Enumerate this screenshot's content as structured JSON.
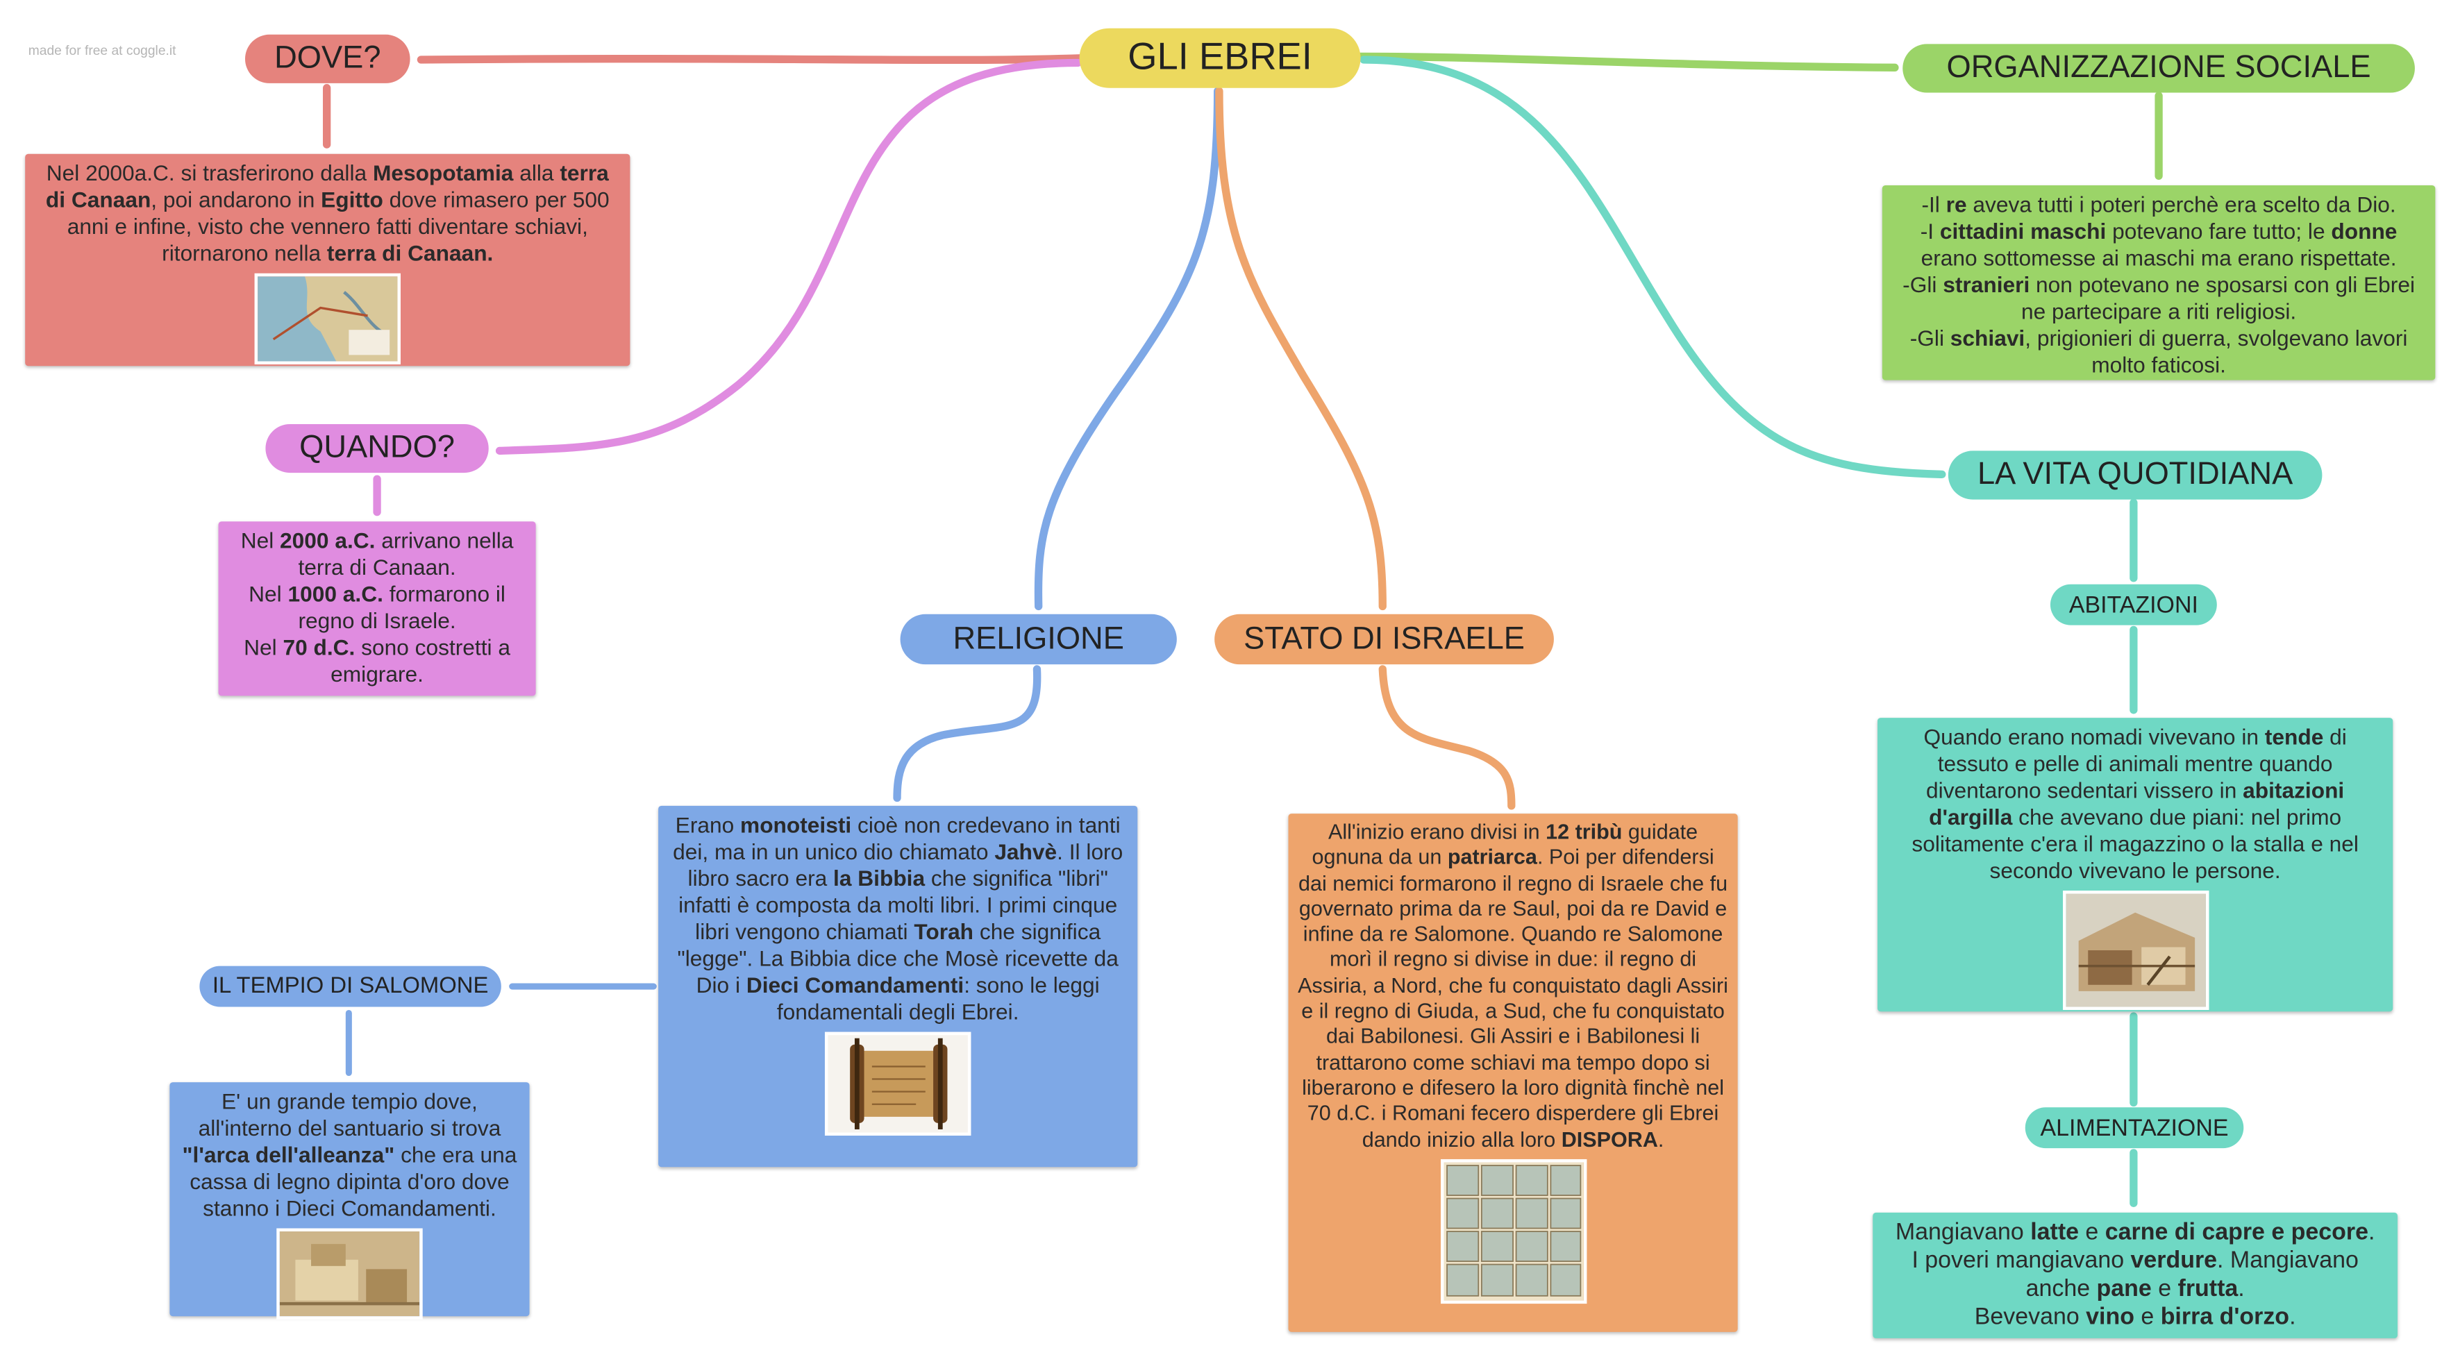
{
  "watermark": {
    "logo": "coggle",
    "subtitle": "made for free at coggle.it"
  },
  "colors": {
    "root": "#ecd95e",
    "red": "#e5837d",
    "pink": "#e08ce0",
    "blue": "#7ea8e6",
    "orange": "#eea46c",
    "green": "#9bd468",
    "teal": "#6fd8c4"
  },
  "nodes": {
    "root": "GLI EBREI",
    "dove": "DOVE?",
    "quando": "QUANDO?",
    "religione": "RELIGIONE",
    "stato": "STATO DI ISRAELE",
    "organizzazione": "ORGANIZZAZIONE SOCIALE",
    "vita": "LA VITA QUOTIDIANA",
    "abitazioni": "ABITAZIONI",
    "alimentazione": "ALIMENTAZIONE",
    "tempio": "IL TEMPIO DI SALOMONE"
  },
  "texts": {
    "dove": [
      {
        "t": "Nel 2000a.C. si trasferirono dalla ",
        "b": false
      },
      {
        "t": "Mesopotamia",
        "b": true
      },
      {
        "t": " alla ",
        "b": false
      },
      {
        "t": "terra di Canaan",
        "b": true
      },
      {
        "t": ", poi andarono in ",
        "b": false
      },
      {
        "t": "Egitto",
        "b": true
      },
      {
        "t": " dove rimasero per 500 anni e infine, visto che vennero fatti diventare schiavi, ritornarono nella ",
        "b": false
      },
      {
        "t": "terra di Canaan.",
        "b": true
      }
    ],
    "quando": [
      {
        "t": "Nel ",
        "b": false
      },
      {
        "t": "2000 a.C.",
        "b": true
      },
      {
        "t": " arrivano nella terra di Canaan.",
        "b": false
      },
      {
        "br": true
      },
      {
        "t": "Nel ",
        "b": false
      },
      {
        "t": "1000 a.C.",
        "b": true
      },
      {
        "t": " formarono il regno di Israele.",
        "b": false
      },
      {
        "br": true
      },
      {
        "t": "Nel ",
        "b": false
      },
      {
        "t": "70 d.C.",
        "b": true
      },
      {
        "t": " sono costretti a emigrare.",
        "b": false
      }
    ],
    "religione": [
      {
        "t": "Erano ",
        "b": false
      },
      {
        "t": "monoteisti",
        "b": true
      },
      {
        "t": " cioè non credevano in tanti dei, ma in un unico dio chiamato ",
        "b": false
      },
      {
        "t": "Jahvè",
        "b": true
      },
      {
        "t": ". Il loro libro sacro era ",
        "b": false
      },
      {
        "t": "la Bibbia",
        "b": true
      },
      {
        "t": " che significa \"libri\" infatti è composta da molti libri. I primi cinque libri vengono chiamati ",
        "b": false
      },
      {
        "t": "Torah",
        "b": true
      },
      {
        "t": " che significa \"legge\". La Bibbia dice che Mosè ricevette da Dio i ",
        "b": false
      },
      {
        "t": "Dieci Comandamenti",
        "b": true
      },
      {
        "t": ": sono le leggi fondamentali degli Ebrei.",
        "b": false
      }
    ],
    "tempio": [
      {
        "t": "E' un grande tempio dove, all'interno del santuario si trova ",
        "b": false
      },
      {
        "t": "\"l'arca dell'alleanza\"",
        "b": true
      },
      {
        "t": " che era una cassa di legno dipinta d'oro dove stanno i Dieci Comandamenti.",
        "b": false
      }
    ],
    "stato": [
      {
        "t": "All'inizio erano divisi in ",
        "b": false
      },
      {
        "t": "12 tribù",
        "b": true
      },
      {
        "t": " guidate ognuna da un ",
        "b": false
      },
      {
        "t": "patriarca",
        "b": true
      },
      {
        "t": ". Poi per difendersi dai nemici formarono il regno di Israele che fu governato prima da re Saul, poi da re David e infine da re Salomone. Quando re Salomone morì il regno si divise in due: il regno di Assiria, a Nord, che fu conquistato dagli Assiri e il regno di Giuda, a Sud, che fu conquistato dai Babilonesi. Gli Assiri e i Babilonesi li trattarono come schiavi ma tempo dopo si liberarono e difesero la loro dignità finchè nel 70 d.C. i Romani fecero disperdere gli Ebrei dando inizio alla loro ",
        "b": false
      },
      {
        "t": "DISPORA",
        "b": true
      },
      {
        "t": ".",
        "b": false
      }
    ],
    "organizzazione": [
      {
        "t": "-Il ",
        "b": false
      },
      {
        "t": "re",
        "b": true
      },
      {
        "t": " aveva tutti i poteri perchè era scelto da Dio.",
        "b": false
      },
      {
        "br": true
      },
      {
        "t": "-I ",
        "b": false
      },
      {
        "t": "cittadini maschi",
        "b": true
      },
      {
        "t": " potevano fare tutto; le ",
        "b": false
      },
      {
        "t": "donne",
        "b": true
      },
      {
        "t": " erano sottomesse ai maschi ma erano rispettate.",
        "b": false
      },
      {
        "br": true
      },
      {
        "t": "-Gli ",
        "b": false
      },
      {
        "t": "stranieri",
        "b": true
      },
      {
        "t": " non potevano ne sposarsi con gli Ebrei ne partecipare a riti religiosi.",
        "b": false
      },
      {
        "br": true
      },
      {
        "t": "-Gli ",
        "b": false
      },
      {
        "t": "schiavi",
        "b": true
      },
      {
        "t": ", prigionieri di guerra, svolgevano lavori molto faticosi.",
        "b": false
      }
    ],
    "abitazioni": [
      {
        "t": "Quando erano nomadi vivevano in ",
        "b": false
      },
      {
        "t": "tende",
        "b": true
      },
      {
        "t": " di tessuto e pelle di animali mentre quando diventarono sedentari vissero in ",
        "b": false
      },
      {
        "t": "abitazioni d'argilla",
        "b": true
      },
      {
        "t": " che avevano due piani: nel primo solitamente c'era il magazzino o la stalla e nel secondo vivevano le persone.",
        "b": false
      }
    ],
    "alimentazione": [
      {
        "t": "Mangiavano ",
        "b": false
      },
      {
        "t": "latte",
        "b": true
      },
      {
        "t": " e ",
        "b": false
      },
      {
        "t": "carne di capre e pecore",
        "b": true
      },
      {
        "t": ".",
        "b": false
      },
      {
        "br": true
      },
      {
        "t": "I poveri mangiavano ",
        "b": false
      },
      {
        "t": "verdure",
        "b": true
      },
      {
        "t": ". Mangiavano anche ",
        "b": false
      },
      {
        "t": "pane",
        "b": true
      },
      {
        "t": " e ",
        "b": false
      },
      {
        "t": "frutta",
        "b": true
      },
      {
        "t": ".",
        "b": false
      },
      {
        "br": true
      },
      {
        "t": "Bevevano ",
        "b": false
      },
      {
        "t": "vino",
        "b": true
      },
      {
        "t": " e ",
        "b": false
      },
      {
        "t": "birra d'orzo",
        "b": true
      },
      {
        "t": ".",
        "b": false
      }
    ]
  }
}
